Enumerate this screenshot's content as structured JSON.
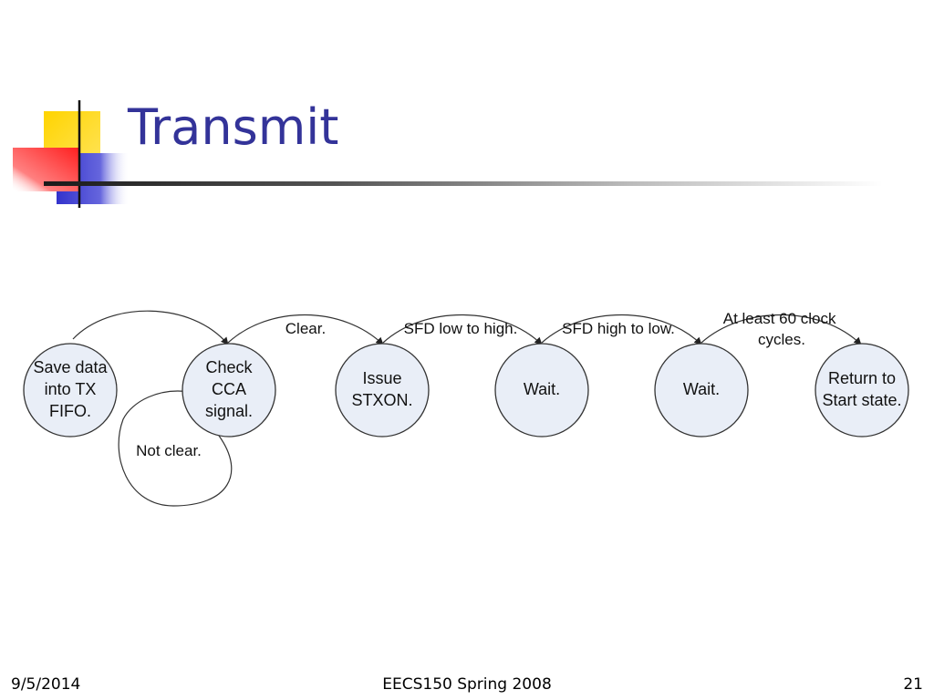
{
  "slide": {
    "title": "Transmit",
    "date": "9/5/2014",
    "course": "EECS150 Spring 2008",
    "page_number": "21"
  },
  "colors": {
    "title": "#333399",
    "node_fill": "#e9eef7",
    "deco_yellow": "#ffd400",
    "deco_blue": "#3333cc",
    "deco_red": "#ff3333"
  },
  "diagram": {
    "nodes": [
      {
        "id": "save",
        "lines": [
          "Save data",
          "into TX",
          "FIFO."
        ]
      },
      {
        "id": "check",
        "lines": [
          "Check",
          "CCA",
          "signal."
        ]
      },
      {
        "id": "issue",
        "lines": [
          "Issue",
          "STXON."
        ]
      },
      {
        "id": "wait1",
        "lines": [
          "Wait."
        ]
      },
      {
        "id": "wait2",
        "lines": [
          "Wait."
        ]
      },
      {
        "id": "return",
        "lines": [
          "Return to",
          "Start state."
        ]
      },
      {
        "id": "notclear",
        "lines": [
          "Not clear."
        ],
        "style": "plain"
      }
    ],
    "edges": [
      {
        "from": "save",
        "to": "check",
        "label": ""
      },
      {
        "from": "check",
        "to": "issue",
        "label": "Clear."
      },
      {
        "from": "issue",
        "to": "wait1",
        "label": "SFD low to high."
      },
      {
        "from": "wait1",
        "to": "wait2",
        "label": "SFD high to low."
      },
      {
        "from": "wait2",
        "to": "return",
        "label": "At least 60 clock cycles."
      },
      {
        "from": "check",
        "to": "check",
        "label": "Not clear.",
        "kind": "self-loop"
      }
    ]
  }
}
